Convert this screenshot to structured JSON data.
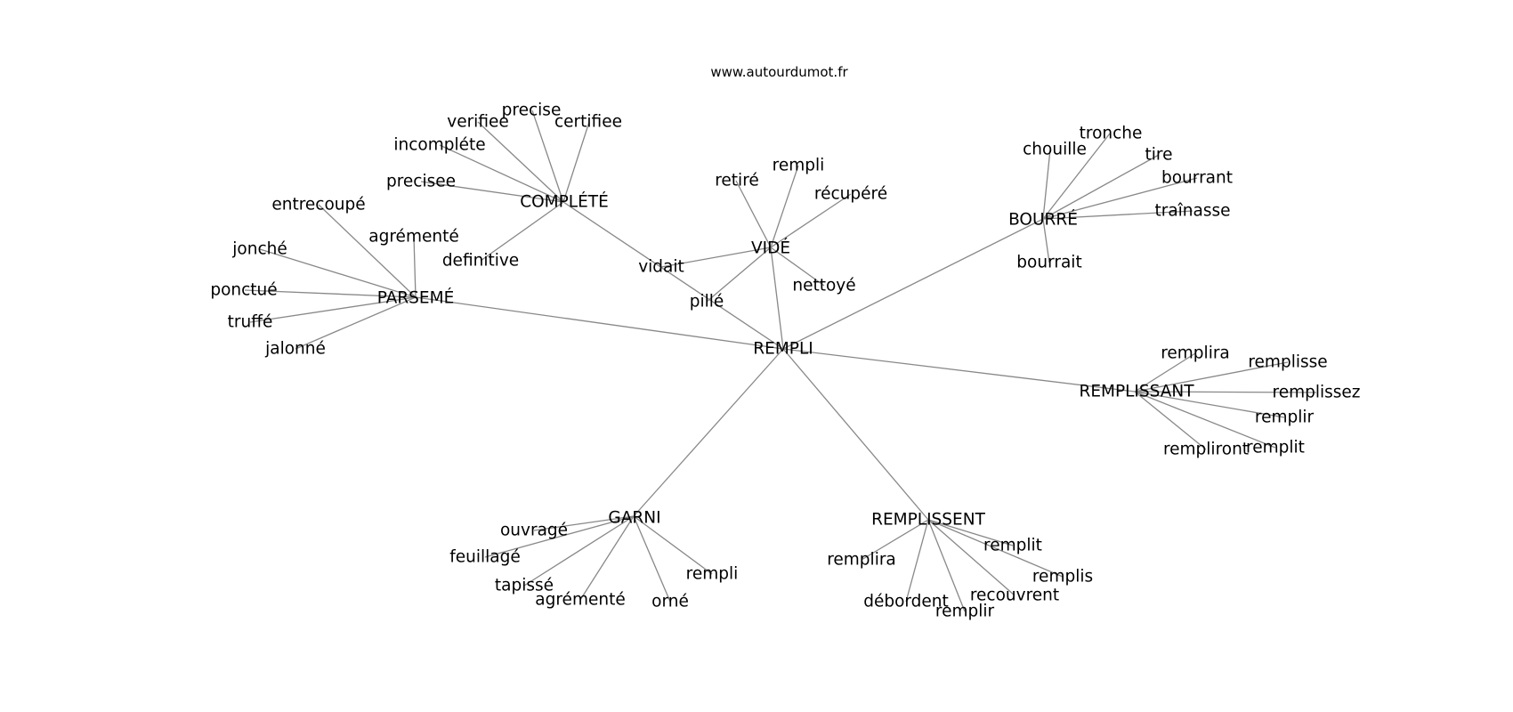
{
  "header": {
    "site": "www.autourdumot.fr"
  },
  "graph": {
    "center": "REMPLI",
    "clusters": [
      {
        "hub": "COMPLÉTÉ",
        "words": [
          "precise",
          "verifiee",
          "certifiee",
          "incompléte",
          "precisee",
          "definitive"
        ]
      },
      {
        "hub": "VIDÉ",
        "words": [
          "retiré",
          "rempli",
          "récupéré",
          "vidait",
          "pillé",
          "nettoyé"
        ]
      },
      {
        "hub": "BOURRÉ",
        "words": [
          "chouille",
          "tronche",
          "tire",
          "bourrant",
          "traînasse",
          "bourrait"
        ]
      },
      {
        "hub": "PARSEMÉ",
        "words": [
          "entrecoupé",
          "agrémenté",
          "jonché",
          "ponctué",
          "truffé",
          "jalonné"
        ]
      },
      {
        "hub": "REMPLISSANT",
        "words": [
          "remplira",
          "remplisse",
          "remplissez",
          "remplir",
          "rempliront",
          "remplit"
        ]
      },
      {
        "hub": "GARNI",
        "words": [
          "ouvragé",
          "feuillagé",
          "tapissé",
          "agrémenté",
          "orné",
          "rempli"
        ]
      },
      {
        "hub": "REMPLISSENT",
        "words": [
          "remplit",
          "remplira",
          "remplis",
          "débordent",
          "recouvrent",
          "remplir"
        ]
      }
    ]
  }
}
